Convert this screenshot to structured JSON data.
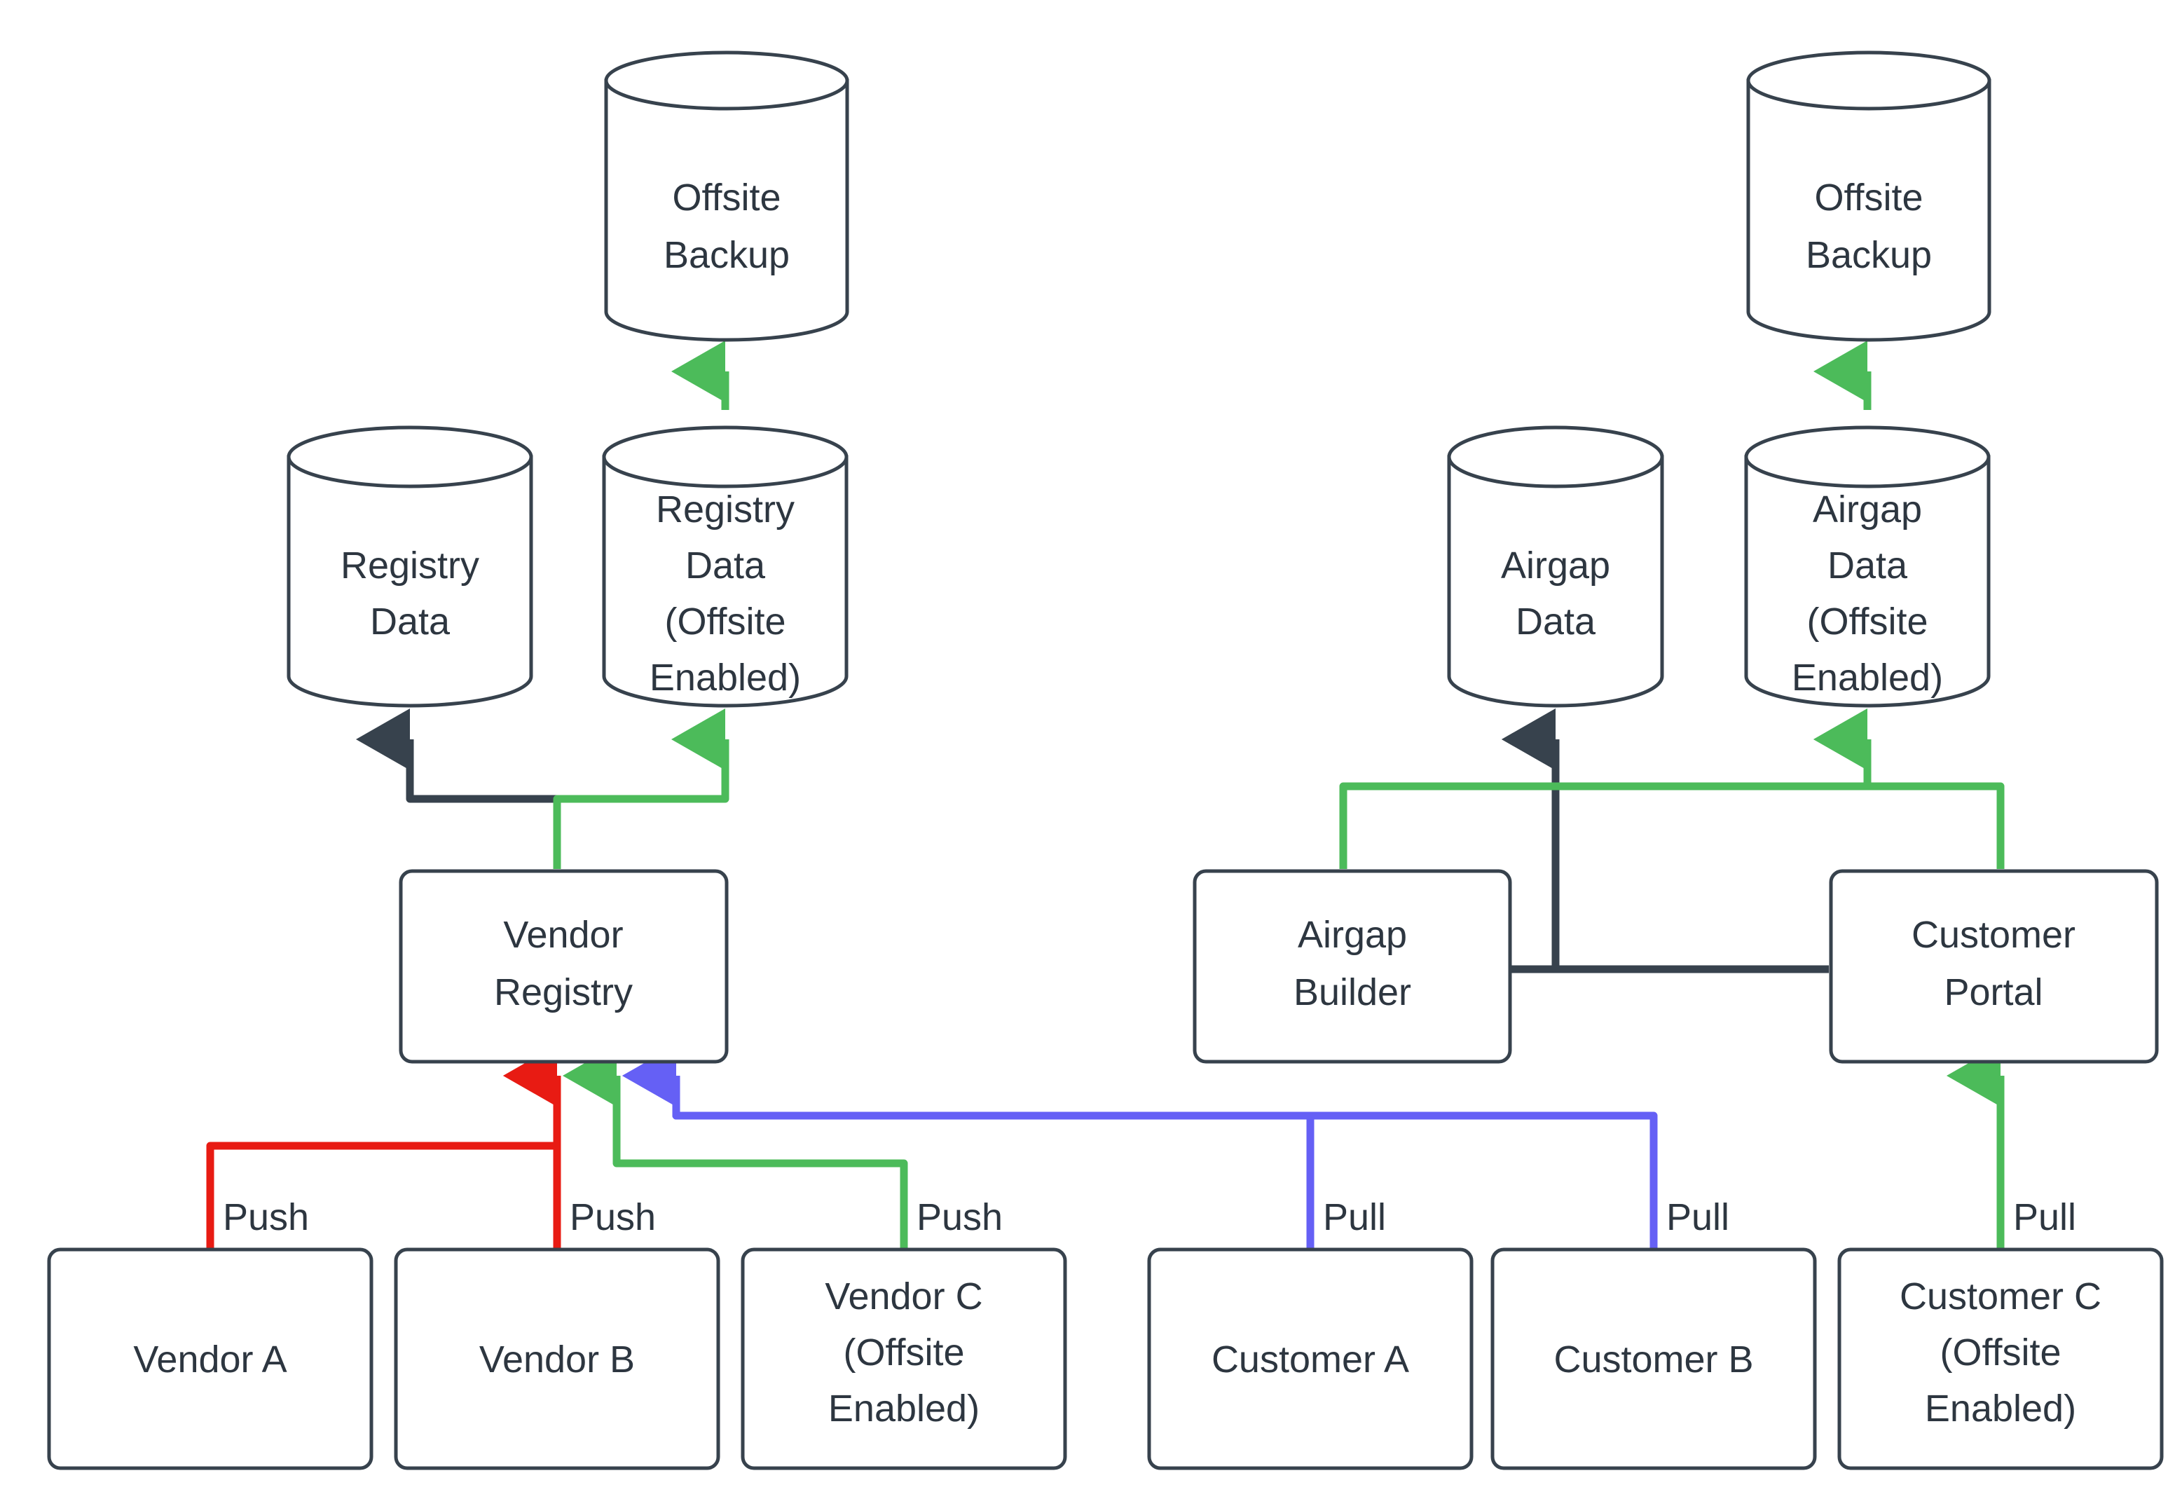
{
  "diagram": {
    "type": "flowchart",
    "direction": "bottom-to-top",
    "colors": {
      "node_stroke": "#37424d",
      "node_fill": "#ffffff",
      "text": "#2d3640",
      "edge_default": "#37424d",
      "edge_push_red": "#e81b13",
      "edge_offsite_green": "#4cbb5a",
      "edge_pull_blue": "#6560f5"
    },
    "nodes": {
      "offsite_backup_left": {
        "label_line1": "Offsite",
        "label_line2": "Backup",
        "shape": "cylinder"
      },
      "offsite_backup_right": {
        "label_line1": "Offsite",
        "label_line2": "Backup",
        "shape": "cylinder"
      },
      "registry_data": {
        "label_line1": "Registry",
        "label_line2": "Data",
        "shape": "cylinder"
      },
      "registry_data_offsite": {
        "label_line1": "Registry",
        "label_line2": "Data",
        "label_line3": "(Offsite",
        "label_line4": "Enabled)",
        "shape": "cylinder"
      },
      "airgap_data": {
        "label_line1": "Airgap",
        "label_line2": "Data",
        "shape": "cylinder"
      },
      "airgap_data_offsite": {
        "label_line1": "Airgap",
        "label_line2": "Data",
        "label_line3": "(Offsite",
        "label_line4": "Enabled)",
        "shape": "cylinder"
      },
      "vendor_registry": {
        "label_line1": "Vendor",
        "label_line2": "Registry",
        "shape": "box"
      },
      "airgap_builder": {
        "label_line1": "Airgap",
        "label_line2": "Builder",
        "shape": "box"
      },
      "customer_portal": {
        "label_line1": "Customer",
        "label_line2": "Portal",
        "shape": "box"
      },
      "vendor_a": {
        "label_line1": "Vendor A",
        "shape": "box"
      },
      "vendor_b": {
        "label_line1": "Vendor B",
        "shape": "box"
      },
      "vendor_c": {
        "label_line1": "Vendor C",
        "label_line2": "(Offsite",
        "label_line3": "Enabled)",
        "shape": "box"
      },
      "customer_a": {
        "label_line1": "Customer A",
        "shape": "box"
      },
      "customer_b": {
        "label_line1": "Customer B",
        "shape": "box"
      },
      "customer_c": {
        "label_line1": "Customer C",
        "label_line2": "(Offsite",
        "label_line3": "Enabled)",
        "shape": "box"
      }
    },
    "edge_labels": {
      "vendor_a_push": "Push",
      "vendor_b_push": "Push",
      "vendor_c_push": "Push",
      "customer_a_pull": "Pull",
      "customer_b_pull": "Pull",
      "customer_c_pull": "Pull"
    },
    "edges": [
      {
        "from": "vendor_a",
        "to": "vendor_registry",
        "label": "Push",
        "color": "#e81b13"
      },
      {
        "from": "vendor_b",
        "to": "vendor_registry",
        "label": "Push",
        "color": "#e81b13"
      },
      {
        "from": "vendor_c",
        "to": "vendor_registry",
        "label": "Push",
        "color": "#4cbb5a"
      },
      {
        "from": "customer_a",
        "to": "vendor_registry",
        "label": "Pull",
        "color": "#6560f5"
      },
      {
        "from": "customer_b",
        "to": "vendor_registry",
        "label": "Pull",
        "color": "#6560f5"
      },
      {
        "from": "customer_c",
        "to": "customer_portal",
        "label": "Pull",
        "color": "#4cbb5a"
      },
      {
        "from": "vendor_registry",
        "to": "registry_data",
        "label": "",
        "color": "#37424d"
      },
      {
        "from": "vendor_registry",
        "to": "registry_data_offsite",
        "label": "",
        "color": "#4cbb5a"
      },
      {
        "from": "registry_data_offsite",
        "to": "offsite_backup_left",
        "label": "",
        "color": "#4cbb5a"
      },
      {
        "from": "airgap_builder",
        "to": "airgap_data",
        "label": "",
        "color": "#37424d"
      },
      {
        "from": "customer_portal",
        "to": "airgap_data",
        "label": "",
        "color": "#37424d"
      },
      {
        "from": "airgap_builder",
        "to": "airgap_data_offsite",
        "label": "",
        "color": "#4cbb5a"
      },
      {
        "from": "customer_portal",
        "to": "airgap_data_offsite",
        "label": "",
        "color": "#4cbb5a"
      },
      {
        "from": "airgap_data_offsite",
        "to": "offsite_backup_right",
        "label": "",
        "color": "#4cbb5a"
      }
    ]
  }
}
